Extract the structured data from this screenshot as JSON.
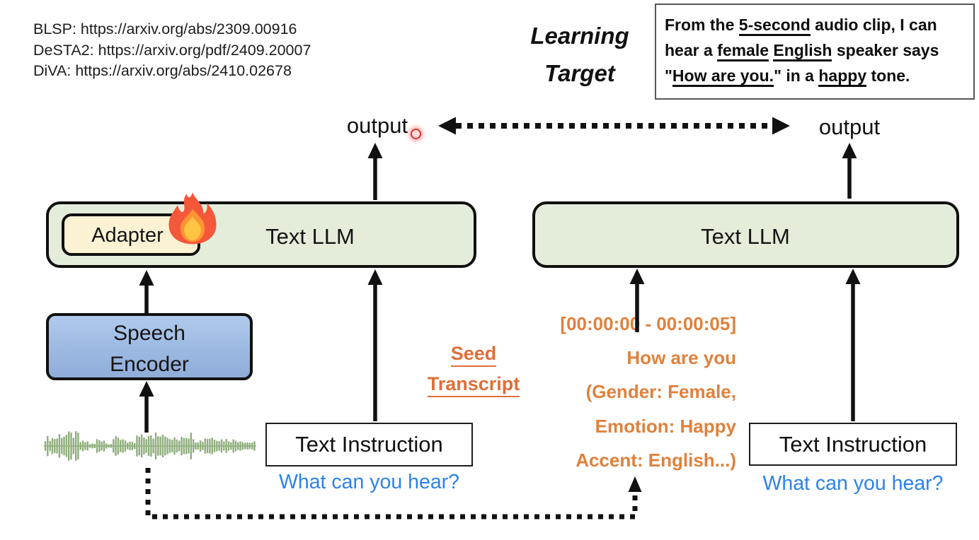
{
  "slide": {
    "references": [
      "BLSP: https://arxiv.org/abs/2309.00916",
      "DeSTA2: https://arxiv.org/pdf/2409.20007",
      "DiVA: https://arxiv.org/abs/2410.02678"
    ],
    "learning_target": {
      "label_lines": [
        "Learning",
        "Target"
      ],
      "sentence_lines": [
        [
          {
            "t": "From the "
          },
          {
            "t": "5-second",
            "u": true
          },
          {
            "t": " audio clip, I can"
          }
        ],
        [
          {
            "t": "hear a "
          },
          {
            "t": "female",
            "u": true
          },
          {
            "t": " "
          },
          {
            "t": "English",
            "u": true
          },
          {
            "t": " speaker says"
          }
        ],
        [
          {
            "t": "\""
          },
          {
            "t": "How are you.",
            "u": true
          },
          {
            "t": "\" in a "
          },
          {
            "t": "happy",
            "u": true
          },
          {
            "t": " tone."
          }
        ]
      ]
    },
    "trained_model": {
      "output_label": "output",
      "llm_label": "Text LLM",
      "adapter_label": "Adapter",
      "speech_encoder_lines": [
        "Speech",
        "Encoder"
      ],
      "text_instruction_label": "Text Instruction",
      "instruction_question": "What can you hear?"
    },
    "target_model": {
      "output_label": "output",
      "llm_label": "Text LLM",
      "text_instruction_label": "Text Instruction",
      "instruction_question": "What can you hear?"
    },
    "seed_transcript": {
      "label_lines": [
        "Seed",
        "Transcript"
      ],
      "lines": [
        "[00:00:00 - 00:00:05]",
        "How are you",
        "(Gender: Female,",
        "Emotion: Happy",
        "Accent: English...)"
      ]
    },
    "icons": {
      "flame": "fire-icon (trainable module indicator)",
      "waveform": "audio-waveform",
      "laser": "laser-pointer-dot"
    },
    "colors": {
      "llm_fill": "#e4edda",
      "adapter_fill": "#fbf2d3",
      "speech_encoder_fill": "#9cb9e2",
      "waveform_green": "#8fae7c",
      "orange_accent": "#e0813c",
      "question_blue": "#2b83ea",
      "laser_red": "#e03030",
      "arrow_black": "#111111"
    }
  }
}
